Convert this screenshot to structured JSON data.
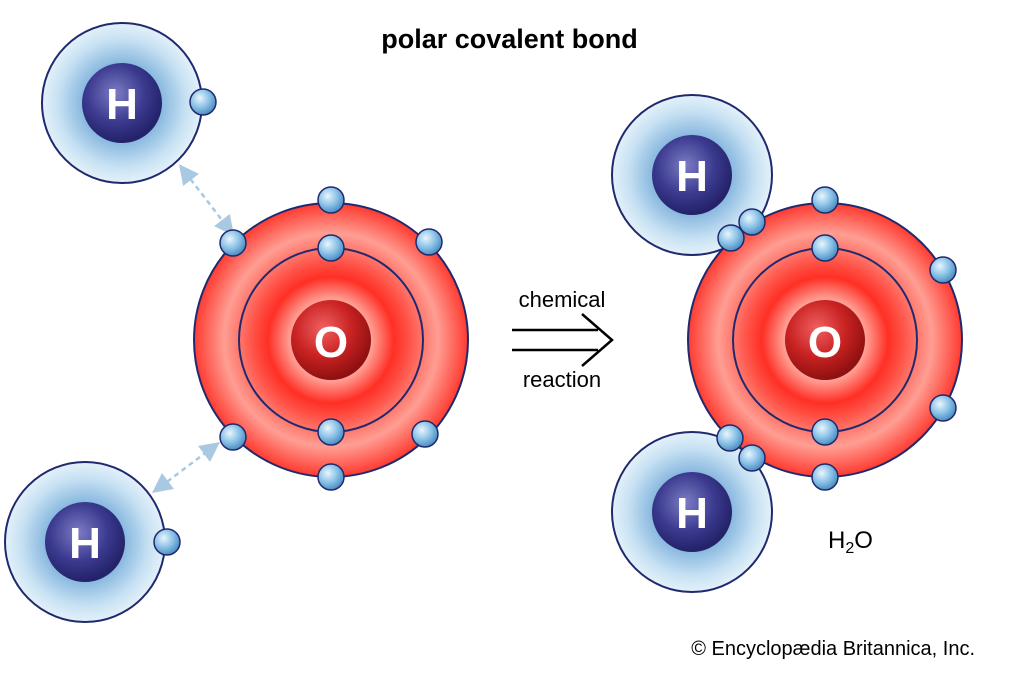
{
  "title": "polar covalent bond",
  "reaction_top": "chemical",
  "reaction_bottom": "reaction",
  "product_formula": {
    "main": "H",
    "subscript": "2",
    "tail": "O"
  },
  "credit": "© Encyclopædia Britannica, Inc.",
  "atom_symbols": {
    "hydrogen": "H",
    "oxygen": "O"
  },
  "colors": {
    "hydrogen_nucleus": "#3a3a8c",
    "hydrogen_shell": "#9ec9e6",
    "oxygen_shell": "#ff4a3f",
    "oxygen_nucleus": "#c42121",
    "electron": "#7fb8e0"
  }
}
